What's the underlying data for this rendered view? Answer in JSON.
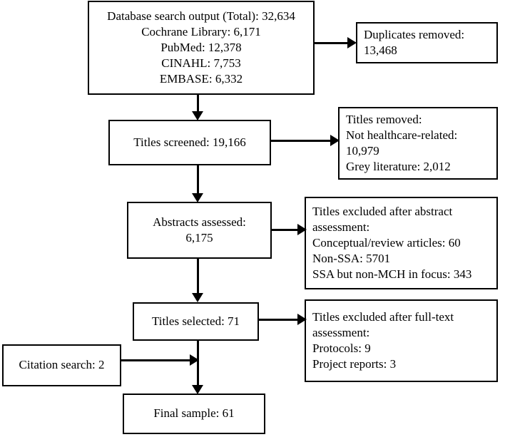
{
  "diagram": {
    "type": "prisma-flow-diagram",
    "title": "Study selection flow diagram",
    "nodes": {
      "database_search": {
        "label": "database-search-output",
        "lines": [
          "Database search output (Total): 32,634",
          "Cochrane Library: 6,171",
          "PubMed: 12,378",
          "CINAHL: 7,753",
          "EMBASE: 6,332"
        ]
      },
      "duplicates_removed": {
        "label": "duplicates-removed",
        "lines": [
          "Duplicates removed:",
          "13,468"
        ]
      },
      "titles_screened": {
        "label": "titles-screened",
        "lines": [
          "Titles screened: 19,166"
        ]
      },
      "titles_removed": {
        "label": "titles-removed",
        "lines": [
          "Titles removed:",
          "Not healthcare-related: 10,979",
          "Grey literature: 2,012"
        ]
      },
      "abstracts_assessed": {
        "label": "abstracts-assessed",
        "lines": [
          "Abstracts assessed:",
          "6,175"
        ]
      },
      "excluded_abstract": {
        "label": "titles-excluded-after-abstract-assessment",
        "lines": [
          "Titles excluded after abstract assessment:",
          "Conceptual/review articles: 60",
          "Non-SSA: 5701",
          "SSA but non-MCH in focus: 343"
        ]
      },
      "titles_selected": {
        "label": "titles-selected",
        "lines": [
          "Titles selected: 71"
        ]
      },
      "excluded_fulltext": {
        "label": "titles-excluded-after-full-text-assessment",
        "lines": [
          "Titles excluded after full-text assessment:",
          "Protocols: 9",
          "Project reports: 3"
        ]
      },
      "citation_search": {
        "label": "citation-search",
        "lines": [
          "Citation search: 2"
        ]
      },
      "final_sample": {
        "label": "final-sample",
        "lines": [
          "Final sample: 61"
        ]
      }
    },
    "colors": {
      "stroke": "#000000",
      "fill": "#ffffff",
      "text": "#000000"
    }
  }
}
